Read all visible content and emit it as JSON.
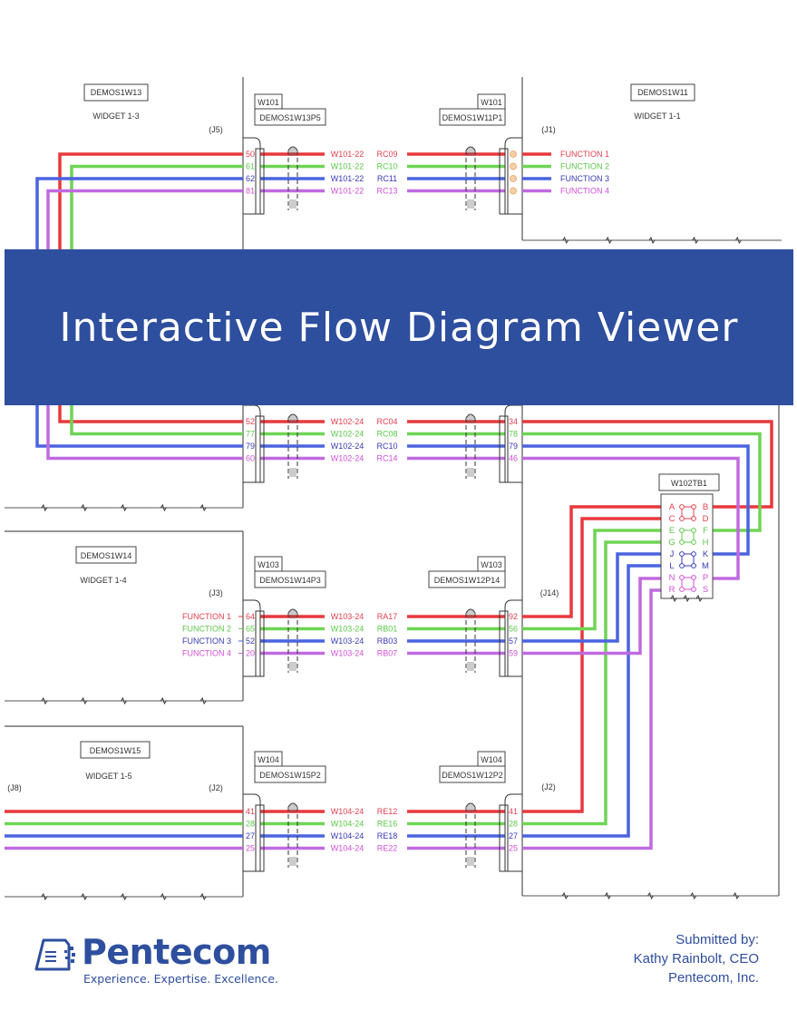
{
  "banner": {
    "title": "Interactive Flow Diagram Viewer"
  },
  "colors": {
    "wire_red": "#e8383d",
    "wire_green": "#6fd454",
    "wire_blue": "#4a63e0",
    "wire_purple": "#c06ae0",
    "text_red": "#e04050",
    "text_green": "#5cc84a",
    "text_blue": "#3a3ab8",
    "text_purple": "#d050d8",
    "brand": "#2e4e9e",
    "frame": "#555555"
  },
  "widgets": {
    "w13": {
      "id": "DEMOS1W13",
      "name": "WIDGET 1-3",
      "jack": "(J5)"
    },
    "w11": {
      "id": "DEMOS1W11",
      "name": "WIDGET 1-1",
      "jack": "(J1)"
    },
    "w14": {
      "id": "DEMOS1W14",
      "name": "WIDGET 1-4",
      "jack": "(J3)"
    },
    "w15": {
      "id": "DEMOS1W15",
      "name": "WIDGET 1-5",
      "jack_left": "(J8)",
      "jack": "(J2)"
    },
    "w12": {
      "jack_top": "(J14)",
      "jack_bottom": "(J2)"
    }
  },
  "cables": [
    {
      "cable": "W101",
      "left_plug": "DEMOS1W13P5",
      "right_plug": "DEMOS1W11P1",
      "left_pins": [
        "50",
        "61",
        "62",
        "81"
      ],
      "wire_labels": [
        "W101-22",
        "W101-22",
        "W101-22",
        "W101-22"
      ],
      "right_codes": [
        "RC09",
        "RC10",
        "RC11",
        "RC13"
      ],
      "right_pins": [
        "",
        "",
        "",
        ""
      ],
      "right_functions": [
        "FUNCTION 1",
        "FUNCTION 2",
        "FUNCTION 3",
        "FUNCTION 4"
      ]
    },
    {
      "cable": "W102",
      "left_pins": [
        "52",
        "77",
        "79",
        "60"
      ],
      "wire_labels": [
        "W102-24",
        "W102-24",
        "W102-24",
        "W102-24"
      ],
      "right_codes": [
        "RC04",
        "RC08",
        "RC10",
        "RC14"
      ],
      "right_pins": [
        "34",
        "78",
        "79",
        "46"
      ]
    },
    {
      "cable": "W103",
      "left_plug": "DEMOS1W14P3",
      "right_plug": "DEMOS1W12P14",
      "left_functions": [
        "FUNCTION 1",
        "FUNCTION 2",
        "FUNCTION 3",
        "FUNCTION 4"
      ],
      "left_pins": [
        "64",
        "65",
        "52",
        "20"
      ],
      "wire_labels": [
        "W103-24",
        "W103-24",
        "W103-24",
        "W103-24"
      ],
      "right_codes": [
        "RA17",
        "RB01",
        "RB03",
        "RB07"
      ],
      "right_pins": [
        "92",
        "56",
        "57",
        "59"
      ]
    },
    {
      "cable": "W104",
      "left_plug": "DEMOS1W15P2",
      "right_plug": "DEMOS1W12P2",
      "left_pins": [
        "41",
        "28",
        "27",
        "25"
      ],
      "wire_labels": [
        "W104-24",
        "W104-24",
        "W104-24",
        "W104-24"
      ],
      "right_codes": [
        "RE12",
        "RE16",
        "RE18",
        "RE22"
      ],
      "right_pins": [
        "41",
        "28",
        "27",
        "25"
      ]
    }
  ],
  "terminal_block": {
    "id": "W102TB1",
    "rows": [
      {
        "left": "A",
        "right": "B",
        "color": "red"
      },
      {
        "left": "C",
        "right": "D",
        "color": "red"
      },
      {
        "left": "E",
        "right": "F",
        "color": "green"
      },
      {
        "left": "G",
        "right": "H",
        "color": "green"
      },
      {
        "left": "J",
        "right": "K",
        "color": "blue"
      },
      {
        "left": "L",
        "right": "M",
        "color": "blue"
      },
      {
        "left": "N",
        "right": "P",
        "color": "purple"
      },
      {
        "left": "R",
        "right": "S",
        "color": "purple"
      }
    ]
  },
  "footer": {
    "logo_name": "Pentecom",
    "logo_tagline": "Experience. Expertise. Excellence.",
    "submitted_label": "Submitted by:",
    "submitter": "Kathy Rainbolt, CEO",
    "company": "Pentecom, Inc."
  }
}
